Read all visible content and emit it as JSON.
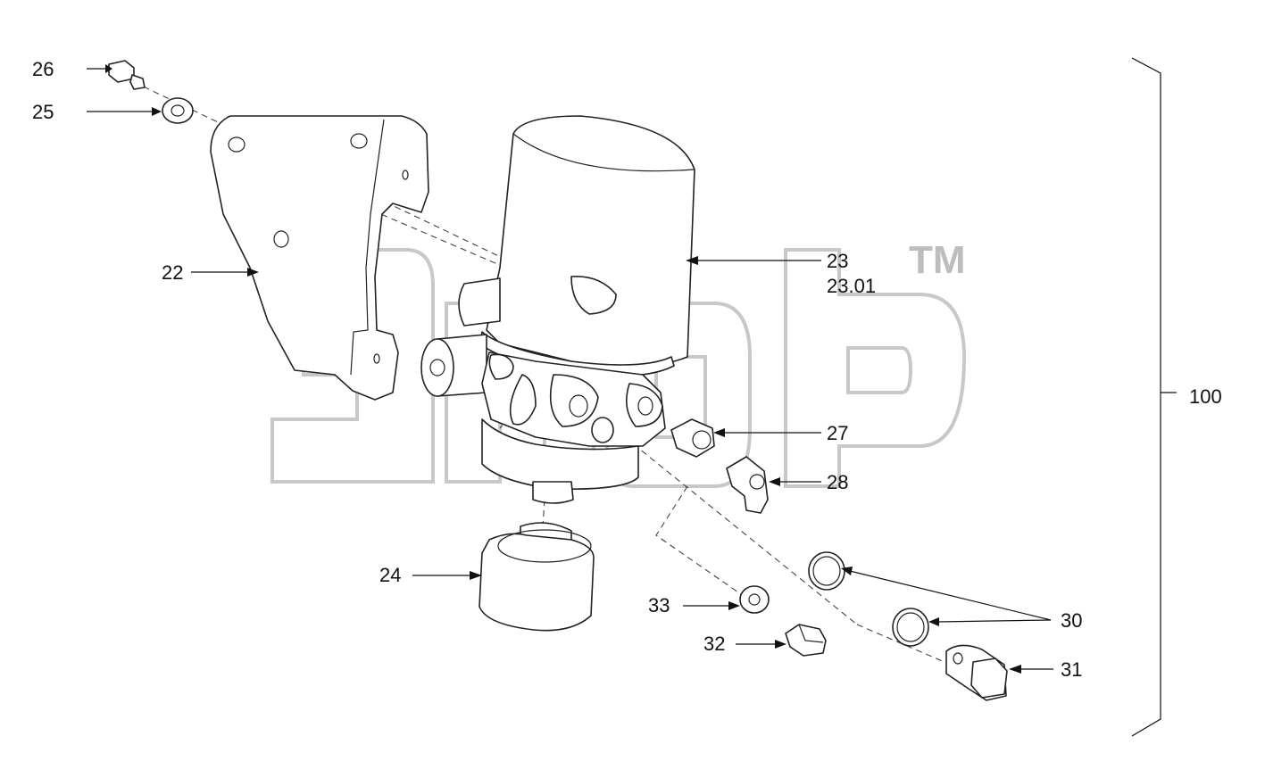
{
  "labels": {
    "l22": "22",
    "l23": "23",
    "l2301": "23.01",
    "l24": "24",
    "l25": "25",
    "l26": "26",
    "l27": "27",
    "l28": "28",
    "l30": "30",
    "l31": "31",
    "l32": "32",
    "l33": "33",
    "l100": "100"
  },
  "watermark": {
    "tm": "TM"
  },
  "colors": {
    "line": "#222222",
    "watermark": "#c8c8c8",
    "background": "#ffffff"
  }
}
